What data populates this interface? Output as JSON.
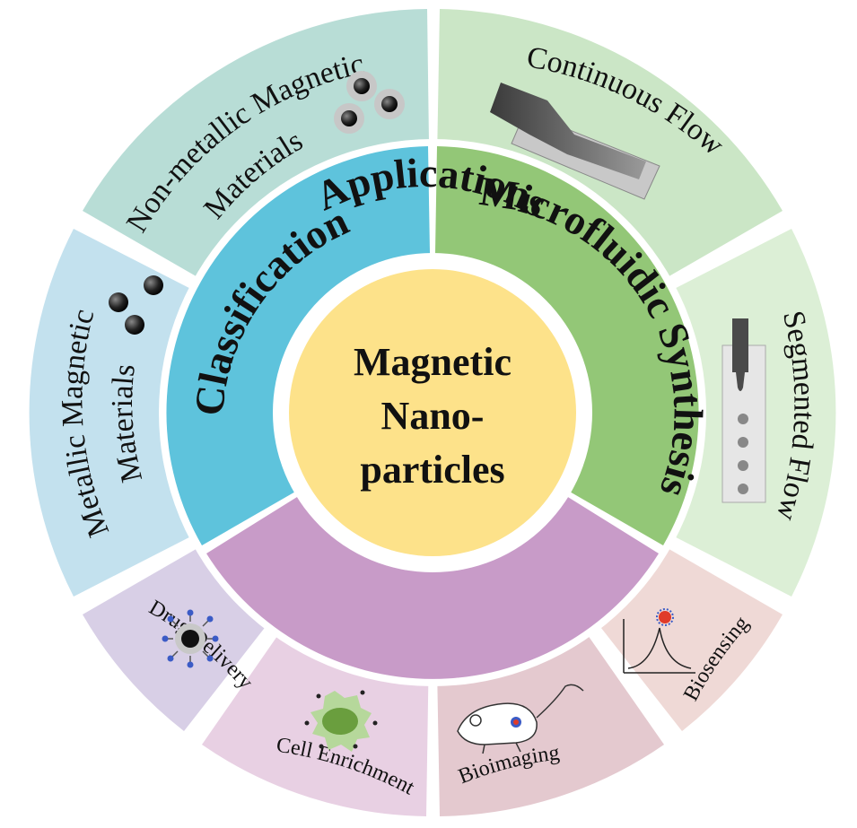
{
  "center": {
    "lines": [
      "Magnetic",
      "Nano-",
      "particles"
    ],
    "color": "#fde28a"
  },
  "inner_ring": [
    {
      "label": "Classification",
      "color": "#5ec3dc"
    },
    {
      "label": "Microfluidic Synthesis",
      "color": "#93c777"
    },
    {
      "label": "Applications",
      "color": "#c89bc8"
    }
  ],
  "outer_ring": {
    "non_metallic": {
      "label_line1": "Non-metallic Magnetic",
      "label_line2": "Materials",
      "color": "#b8ddd6"
    },
    "metallic": {
      "label_line1": "Metallic Magnetic",
      "label_line2": "Materials",
      "color": "#c3e1ee"
    },
    "continuous": {
      "label": "Continuous Flow",
      "color": "#cbe6c6"
    },
    "segmented": {
      "label": "Segmented Flow",
      "color": "#dcefd6"
    },
    "drug_delivery": {
      "label": "Drug Delivery",
      "color": "#d8cfe6"
    },
    "cell_enrichment": {
      "label": "Cell Enrichment",
      "color": "#e8d0e3"
    },
    "bioimaging": {
      "label": "Bioimaging",
      "color": "#e4c9cf"
    },
    "biosensing": {
      "label": "Biosensing",
      "color": "#efd9d6"
    }
  },
  "icons": [
    "magnetic-particle-icon",
    "core-shell-particle-icon",
    "microchannel-icon",
    "droplet-channel-icon",
    "drug-carrier-icon",
    "cell-icon",
    "mouse-icon",
    "sensor-peak-icon"
  ]
}
